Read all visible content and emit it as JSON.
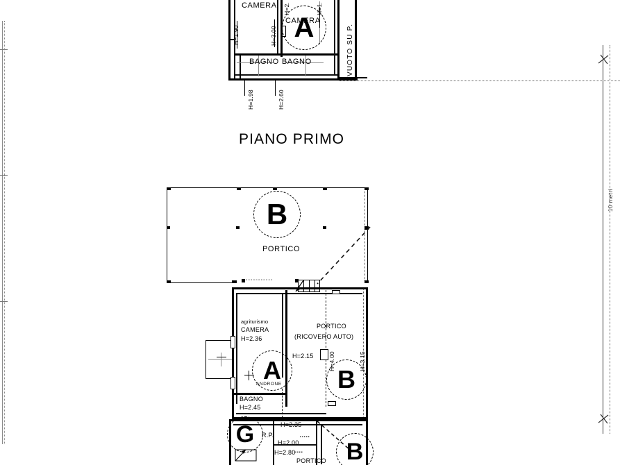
{
  "document": {
    "type": "architectural-floor-plan",
    "language": "it",
    "background_color": "#ffffff",
    "line_color": "#000000"
  },
  "titles": {
    "main": "PIANO PRIMO"
  },
  "upper_plan": {
    "name": "PIANO PRIMO",
    "rooms": [
      {
        "label": "CAMERA",
        "id": "camera-left"
      },
      {
        "label": "CAMERA",
        "id": "camera-right"
      },
      {
        "label": "BAGNO",
        "id": "bagno-left"
      },
      {
        "label": "BAGNO",
        "id": "bagno-right"
      }
    ],
    "vertical_labels": [
      {
        "text": "VUOTO SU P.",
        "id": "vuoto-su-p"
      }
    ],
    "heights": [
      {
        "text": "H=1.90",
        "id": "h-190"
      },
      {
        "text": "H=3.00",
        "id": "h-300"
      },
      {
        "text": "H=2.",
        "id": "h-2-top"
      },
      {
        "text": "H=1.",
        "id": "h-1-top"
      },
      {
        "text": "H=1.98",
        "id": "h-198"
      },
      {
        "text": "H=2.60",
        "id": "h-260"
      }
    ],
    "markers": [
      {
        "letter": "A",
        "id": "marker-a-upper"
      }
    ]
  },
  "lower_plan": {
    "rooms": [
      {
        "label": "PORTICO",
        "id": "portico-main"
      },
      {
        "label": "agriturismo",
        "id": "agriturismo-tag"
      },
      {
        "label": "CAMERA",
        "id": "camera-lower"
      },
      {
        "label": "PORTICO",
        "id": "portico-ricovero"
      },
      {
        "label": "(RICOVERO AUTO)",
        "id": "ricovero-auto"
      },
      {
        "label": "ANDRONE",
        "id": "androne"
      },
      {
        "label": "BAGNO",
        "id": "bagno-lower"
      },
      {
        "label": "R.P.",
        "id": "rp-label"
      },
      {
        "label": "PORTICO",
        "id": "portico-bottom"
      }
    ],
    "heights": [
      {
        "text": "H=2.36",
        "id": "h-236"
      },
      {
        "text": "H=2.15",
        "id": "h-215"
      },
      {
        "text": "H=4.00",
        "id": "h-400"
      },
      {
        "text": "H=3.15",
        "id": "h-315"
      },
      {
        "text": "H=2.45",
        "id": "h-245"
      },
      {
        "text": "H=2.35",
        "id": "h-235"
      },
      {
        "text": "H=2.00",
        "id": "h-200"
      },
      {
        "text": "H=2.80",
        "id": "h-280"
      }
    ],
    "markers": [
      {
        "letter": "B",
        "id": "marker-b-portico"
      },
      {
        "letter": "A",
        "id": "marker-a-lower"
      },
      {
        "letter": "B",
        "id": "marker-b-ricovero"
      },
      {
        "letter": "G",
        "id": "marker-g"
      },
      {
        "letter": "B",
        "id": "marker-b-bottom"
      }
    ]
  },
  "scale": {
    "label": "10 metri",
    "id": "scale-bar-right"
  }
}
